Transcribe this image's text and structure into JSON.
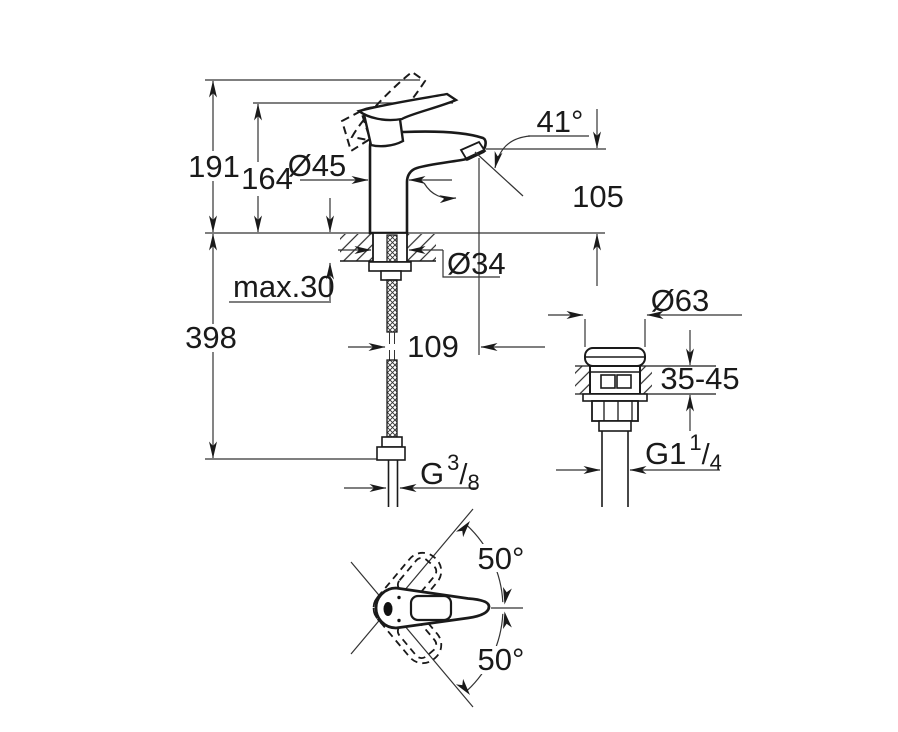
{
  "main_view": {
    "overall_height": "191",
    "handle_height": "164",
    "body_diameter": "Ø45",
    "stream_angle": "41°",
    "outlet_height": "105",
    "deck_thickness_max": "max.30",
    "mounting_hole_diameter": "Ø34",
    "length_below_deck": "398",
    "spout_projection": "109",
    "supply_thread": {
      "base": "G",
      "sup": "3",
      "slash": "/",
      "sub": "8"
    }
  },
  "waste_view": {
    "flange_diameter": "Ø63",
    "deck_thickness_range": "35-45",
    "waste_thread": {
      "base": "G1",
      "sup": "1",
      "slash": "/",
      "sub": "4"
    }
  },
  "top_view": {
    "handle_swing_up": "50°",
    "handle_swing_down": "50°"
  },
  "colors": {
    "line": "#1a1a1a",
    "dim_line": "#333333",
    "background": "#ffffff"
  }
}
